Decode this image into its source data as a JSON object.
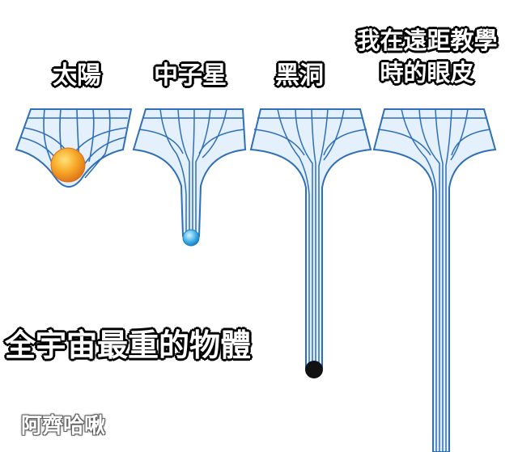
{
  "labels": {
    "sun": "太陽",
    "neutron_star": "中子星",
    "black_hole": "黑洞",
    "eye_line1": "我在遠距教學",
    "eye_line2": "時的眼皮",
    "heaviest": "全宇宙最重的物體"
  },
  "watermark": "阿齊哈啾",
  "colors": {
    "grid_stroke": "#2f6fb8",
    "grid_fill": "#dcecf9",
    "sun": "#f5a623",
    "neutron_star": "#39a9e8",
    "black_hole": "#111111"
  }
}
